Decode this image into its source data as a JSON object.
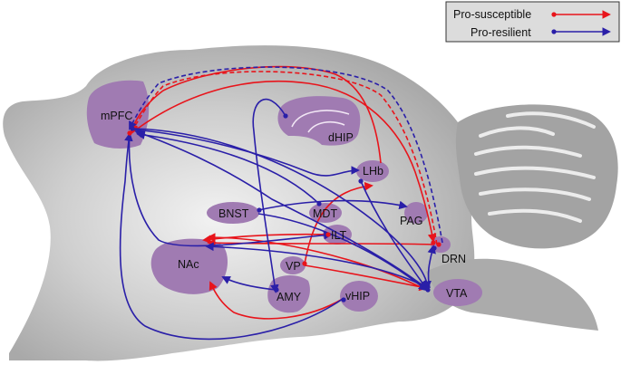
{
  "legend": {
    "items": [
      {
        "label": "Pro-susceptible",
        "color": "#e8141b"
      },
      {
        "label": "Pro-resilient",
        "color": "#2a1fa8"
      }
    ]
  },
  "regions": {
    "mpfc": "mPFC",
    "dhip": "dHIP",
    "lhb": "LHb",
    "bnst": "BNST",
    "mdt": "MDT",
    "pag": "PAG",
    "ilt": "ILT",
    "nac": "NAc",
    "vp": "VP",
    "drn": "DRN",
    "vhip": "vHIP",
    "amy": "AMY",
    "vta": "VTA"
  },
  "colors": {
    "brain_gray": "#b4b4b4",
    "cerebellum_gray": "#9a9a9a",
    "region_purple": "#a07bb2",
    "susceptible_red": "#e8141b",
    "resilient_blue": "#2a1fa8"
  }
}
